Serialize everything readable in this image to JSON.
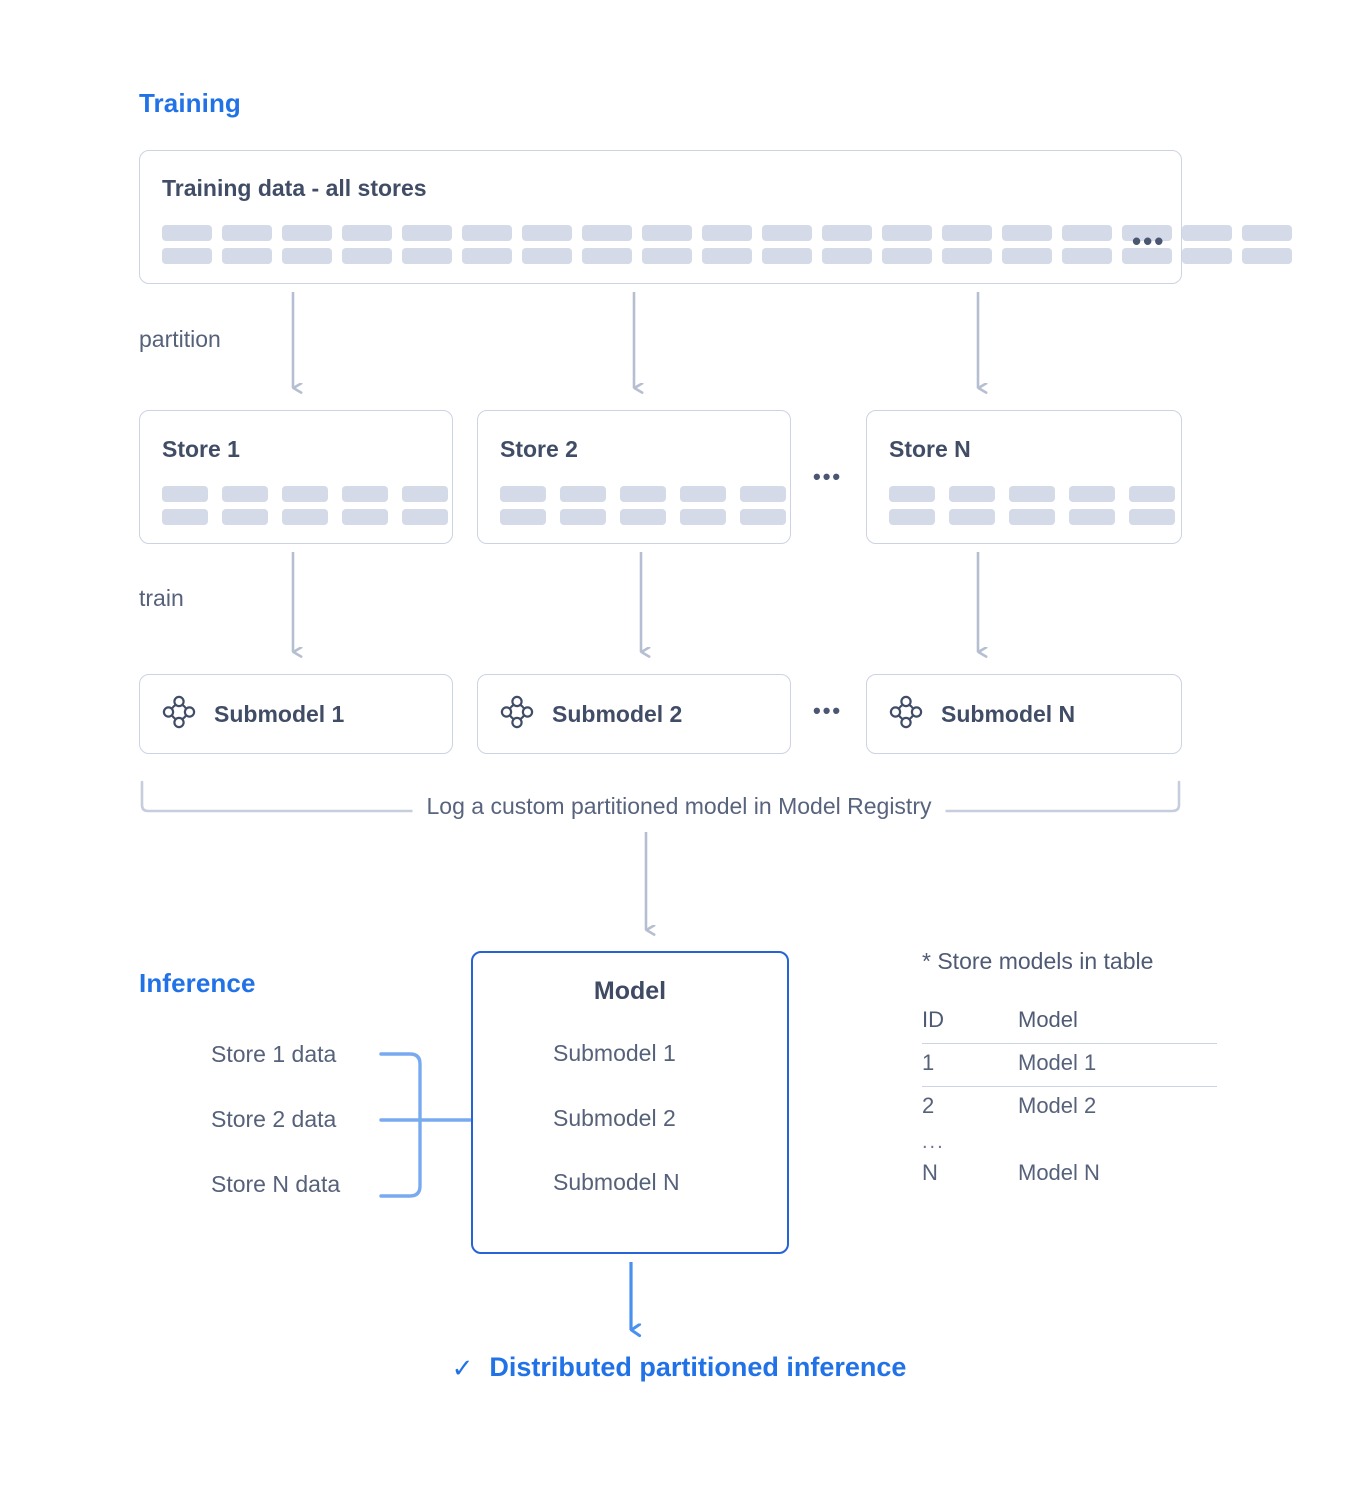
{
  "sections": {
    "training_title": "Training",
    "inference_title": "Inference"
  },
  "training": {
    "data_card": {
      "title": "Training data - all stores",
      "block_columns": 19,
      "block_rows": 2,
      "ellipsis": "•••"
    },
    "partition_label": "partition",
    "train_label": "train",
    "stores": [
      {
        "title": "Store 1",
        "block_columns": 5,
        "block_rows": 2
      },
      {
        "title": "Store 2",
        "block_columns": 5,
        "block_rows": 2
      },
      {
        "title": "Store N",
        "block_columns": 5,
        "block_rows": 2
      }
    ],
    "store_ellipsis": "•••",
    "submodels": [
      {
        "label": "Submodel 1",
        "icon": "model-nodes-icon"
      },
      {
        "label": "Submodel 2",
        "icon": "model-nodes-icon"
      },
      {
        "label": "Submodel N",
        "icon": "model-nodes-icon"
      }
    ],
    "submodel_ellipsis": "•••",
    "registry_label": "Log a custom partitioned model in Model Registry"
  },
  "inference": {
    "inputs": [
      "Store 1 data",
      "Store 2 data",
      "Store N data"
    ],
    "model_card": {
      "title": "Model",
      "submodels": [
        "Submodel 1",
        "Submodel 2",
        "Submodel N"
      ]
    },
    "table": {
      "title": "* Store models in table",
      "headers": [
        "ID",
        "Model"
      ],
      "rows": [
        [
          "1",
          "Model 1"
        ],
        [
          "2",
          "Model 2"
        ]
      ],
      "ellipsis_row": "...",
      "last_row": [
        "N",
        "Model N"
      ]
    },
    "result": {
      "check": "✓",
      "text": "Distributed partitioned inference"
    }
  },
  "colors": {
    "accent_blue": "#2272e7",
    "model_border_blue": "#2563d6",
    "connector_blue": "#79aaf0",
    "card_border": "#ccd3e2",
    "block_fill": "#d4dae7",
    "arrow_gray": "#b6bfd1",
    "text_dark": "#414d66",
    "text_body": "#56617a"
  }
}
